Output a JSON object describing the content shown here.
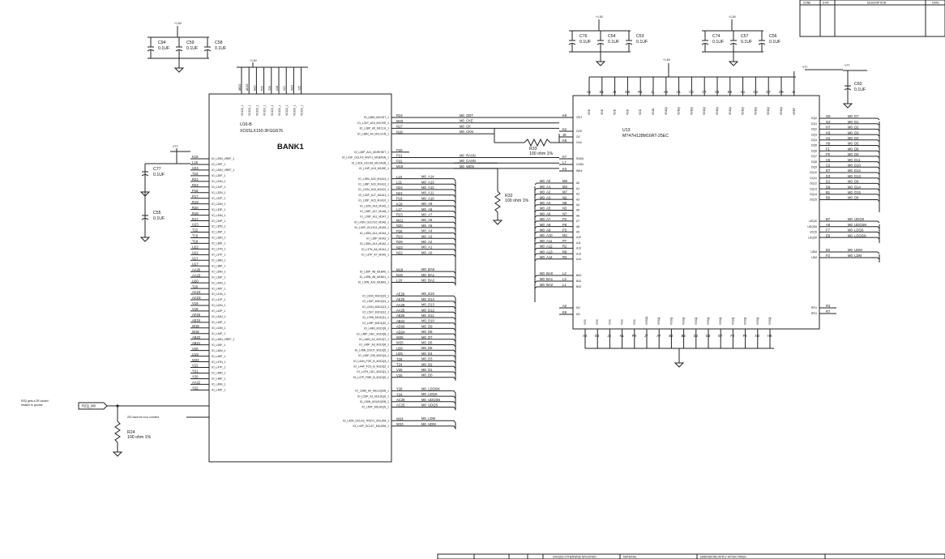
{
  "revision_block": {
    "headers": [
      "ZONE",
      "SYM",
      "DESCRIPTION",
      "DATE"
    ]
  },
  "title_block": {
    "cells": [
      "UNLESS OTHERWISE SPECIFIED",
      "MATERIAL",
      "DIMENSIONS APPLY AFTER FINISH"
    ]
  },
  "power": {
    "rail": "+1.8V",
    "vtt": "VTT"
  },
  "capacitor_groups": [
    {
      "refs": [
        "C94",
        "C59",
        "C58"
      ],
      "value": "0.1UF"
    },
    {
      "refs": [
        "C76",
        "C54",
        "C53"
      ],
      "value": "0.1UF"
    },
    {
      "refs": [
        "C74",
        "C57",
        "C56"
      ],
      "value": "0.1UF"
    }
  ],
  "vtt_caps": [
    {
      "ref": "C77",
      "value": "0.1UF"
    },
    {
      "ref": "C55",
      "value": "0.1UF"
    },
    {
      "ref": "C60",
      "value": "0.1UF"
    }
  ],
  "fpga": {
    "ref": "U16-B",
    "part": "XC6SLX150-3FGG676",
    "bank": "BANK1",
    "vcc_pins": [
      "AB23",
      "AD25",
      "M20",
      "P23",
      "T25",
      "U18",
      "V21",
      "W23",
      "Y25"
    ],
    "vcc_label": "VCCO_1",
    "left_pins": [
      "K19",
      "L18",
      "U24",
      "T23",
      "R21",
      "R22",
      "P18",
      "P17",
      "R19",
      "R20",
      "R18",
      "R17",
      "U23",
      "T22",
      "T19",
      "T18",
      "U22",
      "U21",
      "V17",
      "U17",
      "AA26",
      "AA23",
      "U20",
      "T20",
      "AC24",
      "AC23",
      "V19",
      "V18",
      "AF25",
      "AE24",
      "W19",
      "W18",
      "AB22",
      "AB21",
      "V20",
      "U19",
      "W22",
      "V22",
      "Y21",
      "Y20",
      "AA22",
      "Y22"
    ],
    "left_signals": [
      "IO_L29N_VREF_1",
      "IO_L29P_1",
      "IO_L30N_VREF_1",
      "IO_L30P_1",
      "IO_L31N_1",
      "IO_L31P_1",
      "IO_L32N_1",
      "IO_L32P_1",
      "IO_L33N_1",
      "IO_L33P_1",
      "IO_L34N_1",
      "IO_L34P_1",
      "IO_L35N_1",
      "IO_L35P_1",
      "IO_L36N_1",
      "IO_L36P_1",
      "IO_L37N_1",
      "IO_L37P_1",
      "IO_L38N_1",
      "IO_L38P_1",
      "IO_L39N_1",
      "IO_L39P_1",
      "IO_L40N_1",
      "IO_L40P_1",
      "IO_L41N_1",
      "IO_L41P_1",
      "IO_L42N_1",
      "IO_L42P_1",
      "IO_L43N_1",
      "IO_L43P_1",
      "IO_L44N_1",
      "IO_L44P_1",
      "IO_L45N_VREF_1",
      "IO_L45P_1",
      "IO_L46N_1",
      "IO_L46P_1",
      "IO_L47N_1",
      "IO_L47P_1",
      "IO_L48N_1",
      "IO_L48P_1",
      "IO_L49N_1",
      "IO_L49P_1"
    ],
    "right_pins": [
      "R24",
      "M23",
      "N17",
      "N18",
      "P20",
      "P21",
      "P22",
      "M19",
      "L23",
      "L21",
      "N24",
      "N21",
      "P16",
      "K18",
      "L17",
      "R23",
      "M21",
      "N20",
      "P26",
      "R23",
      "R26",
      "N23",
      "N22",
      "M18",
      "N19",
      "L18",
      "AE26",
      "AE25",
      "AA26",
      "AA25",
      "AB26",
      "AB24",
      "AD26",
      "AD24",
      "W26",
      "W25",
      "U26",
      "U25",
      "T26",
      "T24",
      "V26",
      "V25",
      "Y26",
      "Y24",
      "AC26",
      "AC25",
      "W24",
      "W23"
    ],
    "right_signals": [
      "IO_L68N_M1ODT_1",
      "IO_L31P_A19_M1CKE_1",
      "IO_L38P_A5_M1CLK_1",
      "IO_L38N_A4_M1CLKN_1",
      "IO_L36P_A21_M1RESET_1",
      "IO_L41P_GCLK9_IRDY1_M1RASN_1",
      "IO_L41N_GCLK8_M1CASN_1",
      "IO_L34P_A13_M1WE_1",
      "IO_L39N_A22_M1A14_1",
      "IO_L38P_A23_M1A13_1",
      "IO_L31N_A18_M1A12_1",
      "IO_L32P_A17_M1A11_1",
      "IO_L33P_A15_M1A10_1",
      "IO_L32N_A16_M1A9_1",
      "IO_L36P_A17_M1A8_1",
      "IO_L39P_A11_M1A7_1",
      "IO_L43N_GCLK10_M1A6_1",
      "IO_L40P_GCLK11_M1A5_1",
      "IO_L35N_A14_M1A4_1",
      "IO_L35P_M1A3_1",
      "IO_L35N_A14_M1A2_1",
      "IO_L37N_A6_M1A1_1",
      "IO_L37P_A7_M1A0_1",
      "IO_L36P_A8_M1BA0_1",
      "IO_L35N_A8_M1BA1_1",
      "IO_L34N_A10_M1BA2_1",
      "IO_L52N_M1DQ15_1",
      "IO_L52P_M1DQ14_1",
      "IO_L51N_M1DQ13_1",
      "IO_L51P_M1DQ12_1",
      "IO_L49N_M1DQ11_1",
      "IO_L49P_M1DQ10_1",
      "IO_L48N_M1DQ9_1",
      "IO_L48P_HDC_M1DQ8_1",
      "IO_L46N_A2_M1DQ7_1",
      "IO_L46P_A3_M1DQ6_1",
      "IO_L45N_DOUT_M1DQ5_1",
      "IO_L45P_DI5_M1DQ4_1",
      "IO_L44N_FOE_B_M1DQ3_1",
      "IO_L44P_FCS_B_M1DQ2_1",
      "IO_L47N_LDC_M1DQ1_1",
      "IO_L47P_FWE_B_M1DQ0_1",
      "IO_L53N_A0_M1LDQSN_1",
      "IO_L53P_A1_M1LDQS_1",
      "IO_L50N_M1UDQSN_1",
      "IO_L50P_M1UDQS_1",
      "IO_L42N_GCLK6_TRDY1_M1LDM_1",
      "IO_L42P_GCLK7_M1UDM_1"
    ],
    "nets": [
      "M0_ODT",
      "M0_CKE",
      "M0_CK",
      "M0_CKN",
      "",
      "M0_RASN",
      "M0_CASN",
      "M0_WEN",
      "M0_A14",
      "M0_A13",
      "M0_A12",
      "M0_A11",
      "M0_A10",
      "M0_A9",
      "M0_A8",
      "M0_A7",
      "M0_A6",
      "M0_A5",
      "M0_A4",
      "M0_A3",
      "M0_A2",
      "M0_A1",
      "M0_A0",
      "M0_BA0",
      "M0_BA1",
      "M0_BA2",
      "M0_D15",
      "M0_D14",
      "M0_D13",
      "M0_D12",
      "M0_D11",
      "M0_D10",
      "M0_D9",
      "M0_D8",
      "M0_D7",
      "M0_D6",
      "M0_D5",
      "M0_D4",
      "M0_D3",
      "M0_D2",
      "M0_D1",
      "M0_D0",
      "M0_LDQSN",
      "M0_LDQS",
      "M0_UDQSN",
      "M0_UDQS",
      "M0_LDM",
      "M0_UDM"
    ]
  },
  "rzq": {
    "net": "RZQ_M0",
    "note": "RZQ gets a 2R valued resistor to ground",
    "zio_note": "ZIO must be a no connect",
    "resistor_ref": "R24",
    "resistor_value": "100 ohm 1%"
  },
  "resistors": {
    "r33": {
      "ref": "R33",
      "value": "100 ohm 1%"
    },
    "r32": {
      "ref": "R32",
      "value": "100 ohm 1%"
    }
  },
  "dram": {
    "ref": "U13",
    "part": "MT47H128M16RT-25EC",
    "top_pins": [
      "A1",
      "E1",
      "J9",
      "M9",
      "R1",
      "J1",
      "A9",
      "C1",
      "C3",
      "C7",
      "C9",
      "E9",
      "G1",
      "G3",
      "G7",
      "G9",
      "J2"
    ],
    "top_labels": [
      "VDD",
      "VDD",
      "VDD",
      "VDD",
      "VDD",
      "VDDL",
      "VDDQ",
      "VDDQ",
      "VDDQ",
      "VDDQ",
      "VDDQ",
      "VDDQ",
      "VDDQ",
      "VDDQ",
      "VDDQ",
      "VDDQ",
      "VREF"
    ],
    "bottom_pins": [
      "A3",
      "E3",
      "J3",
      "N1",
      "P9",
      "J7",
      "A7",
      "B2",
      "B8",
      "D2",
      "D8",
      "E7",
      "F2",
      "F8",
      "H2",
      "H8"
    ],
    "bottom_labels": [
      "VSS",
      "VSS",
      "VSS",
      "VSS",
      "VSS",
      "VSSDL",
      "VSSQ",
      "VSSQ",
      "VSSQ",
      "VSSQ",
      "VSSQ",
      "VSSQ",
      "VSSQ",
      "VSSQ",
      "VSSQ",
      "VSSQ"
    ],
    "ctrl_pins": [
      "K9",
      "K2",
      "J8",
      "K8",
      "K7",
      "L7",
      "K3"
    ],
    "ctrl_labels": [
      "ODT",
      "CKE",
      "CK",
      "CK#",
      "RAS#",
      "CAS#",
      "WE#"
    ],
    "addr_pins": [
      "M8",
      "M3",
      "M7",
      "N2",
      "N8",
      "N3",
      "N7",
      "P2",
      "P8",
      "P3",
      "M2",
      "P7",
      "R2",
      "R8",
      "R3"
    ],
    "addr_labels": [
      "A0",
      "A1",
      "A2",
      "A3",
      "A4",
      "A5",
      "A6",
      "A7",
      "A8",
      "A9",
      "A10",
      "A11",
      "A12",
      "A13",
      "A14"
    ],
    "addr_nets": [
      "M0_A0",
      "M0_A1",
      "M0_A2",
      "M0_A3",
      "M0_A4",
      "M0_A5",
      "M0_A6",
      "M0_A7",
      "M0_A8",
      "M0_A9",
      "M0_A10",
      "M0_A11",
      "M0_A12",
      "M0_A13",
      "M0_A14"
    ],
    "ba_pins": [
      "L2",
      "L3",
      "L1"
    ],
    "ba_labels": [
      "BA0",
      "BA1",
      "BA2"
    ],
    "ba_nets": [
      "M0_BA0",
      "M0_BA1",
      "M0_BA2"
    ],
    "nc_pins": [
      "A2",
      "E8"
    ],
    "nc_labels": [
      "NC",
      "NC"
    ],
    "dq_pins": [
      "G8",
      "G2",
      "H7",
      "H3",
      "H1",
      "H9",
      "F1",
      "F9",
      "C8",
      "C2",
      "D7",
      "D3",
      "D1",
      "D9",
      "B1",
      "B9"
    ],
    "dq_labels": [
      "DQ0",
      "DQ1",
      "DQ2",
      "DQ3",
      "DQ4",
      "DQ5",
      "DQ6",
      "DQ7",
      "DQ8",
      "DQ9",
      "DQ10",
      "DQ11",
      "DQ12",
      "DQ13",
      "DQ14",
      "DQ15"
    ],
    "dq_nets": [
      "M0_D7",
      "M0_D1",
      "M0_D2",
      "M0_D3",
      "M0_D4",
      "M0_D5",
      "M0_D6",
      "M0_D0",
      "M0_D11",
      "M0_D10",
      "M0_D12",
      "M0_D13",
      "M0_D9",
      "M0_D14",
      "M0_D15",
      "M0_D8"
    ],
    "dqs_pins": [
      "B7",
      "A8",
      "F7",
      "E8"
    ],
    "dqs_labels": [
      "UDQS",
      "UDQS#",
      "LDQS",
      "LDQS#"
    ],
    "dqs_nets": [
      "M0_UDQS",
      "M0_UDQSN",
      "M0_LDQS",
      "M0_LDQSN"
    ],
    "dm_pins": [
      "B3",
      "F3"
    ],
    "dm_labels": [
      "UDM",
      "LDM"
    ],
    "dm_nets": [
      "M0_UDM",
      "M0_LDM"
    ],
    "rfu_pins": [
      "R3",
      "R7"
    ],
    "rfu_labels": [
      "RFU",
      "RFU"
    ]
  }
}
